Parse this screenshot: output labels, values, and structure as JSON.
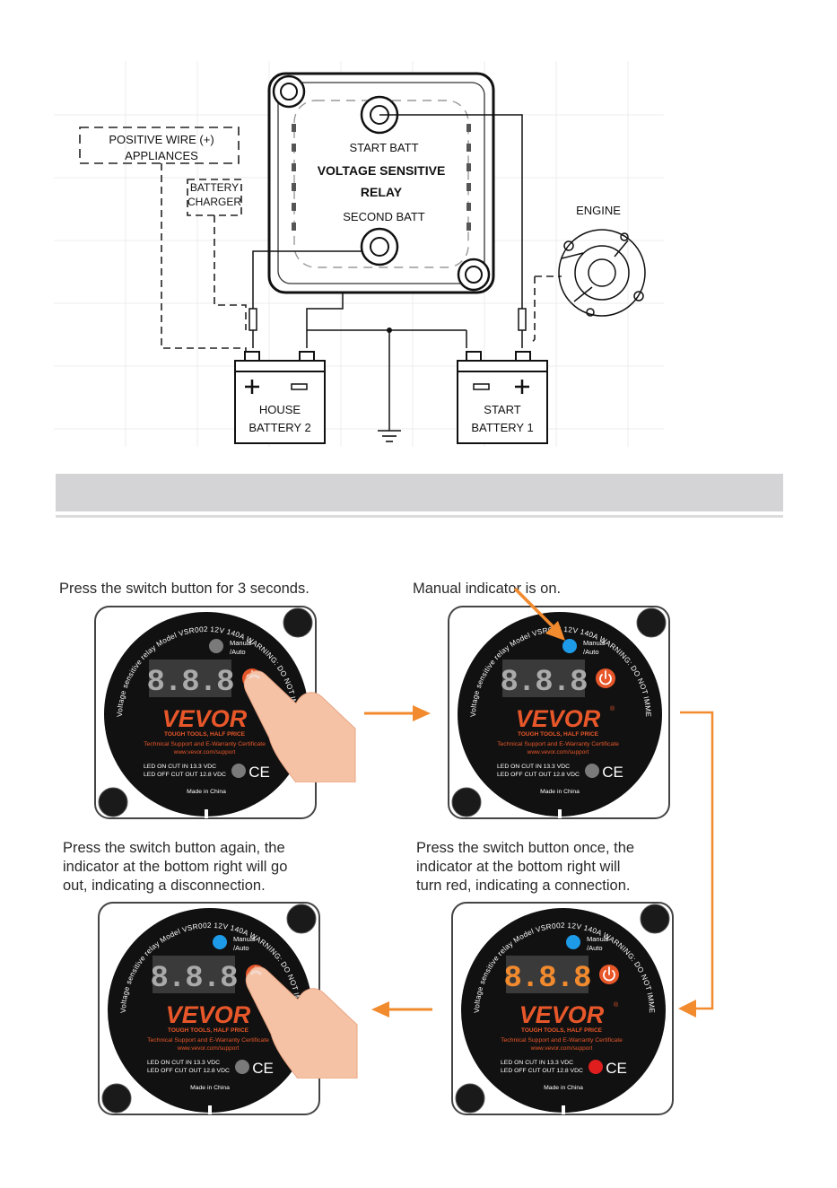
{
  "wiring": {
    "positive_wire": "POSITIVE WIRE (+)",
    "appliances": "APPLIANCES",
    "battery_charger_1": "BATTERY",
    "battery_charger_2": "CHARGER",
    "start_batt": "START BATT",
    "vsr_title_1": "VOLTAGE SENSITIVE",
    "vsr_title_2": "RELAY",
    "second_batt": "SECOND BATT",
    "engine": "ENGINE",
    "house_battery_1": "HOUSE",
    "house_battery_2": "BATTERY 2",
    "start_battery_1": "START",
    "start_battery_2": "BATTERY 1"
  },
  "steps": [
    {
      "caption": [
        "Press the switch button for 3 seconds."
      ]
    },
    {
      "caption": [
        "Manual indicator is on."
      ]
    },
    {
      "caption": [
        "Press the switch button once, the",
        "indicator at the bottom right will",
        "turn red, indicating a connection."
      ]
    },
    {
      "caption": [
        "Press the switch button again, the",
        "indicator at the bottom right will go",
        "out, indicating a disconnection."
      ]
    }
  ],
  "panel": {
    "arc_text": "Voltage sensitive relay  Model VSR002  12V  140A  WARNING: DO NOT IMMERSE IN ANY LIQUID",
    "manual": "Manual",
    "auto": "/Auto",
    "display": "8.8.8",
    "brand": "VEVOR",
    "reg": "®",
    "tagline": "TOUGH TOOLS, HALF PRICE",
    "support": "Technical Support and E-Warranty Certificate",
    "url": "www.vevor.com/support",
    "led_on": "LED ON CUT IN 13.3 VDC",
    "led_off": "LED OFF CUT OUT 12.8 VDC",
    "ce": "CE",
    "made_in": "Made in China"
  },
  "colors": {
    "orange": "#f28a2e",
    "vevor_orange": "#e8572a",
    "blue_led": "#1e9be8",
    "red_led": "#e01e1e",
    "grey_led": "#7a7a7a",
    "panel_black": "#111111",
    "section_bar": "#d4d4d6"
  }
}
